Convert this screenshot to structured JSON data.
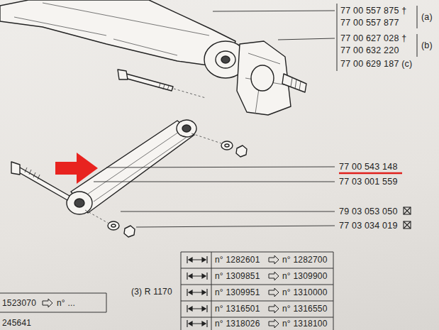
{
  "diagram": {
    "labels": [
      "77 00 557 875 †",
      "(a)",
      "77 00 557 877",
      "77 00 627 028 †",
      "(b)",
      "77 00 632 220",
      "77 00 629 187 (c)",
      "77 00 543 148",
      "77 03 001 559",
      "79 03 053 050",
      "77 03 034 019",
      "n° 1282601",
      "n° 1282700",
      "n° 1309851",
      "n° 1309900",
      "n° 1309951",
      "n° 1310000",
      "n° 1316501",
      "n° 1316550",
      "n° 1318026",
      "n° 1318100",
      "(3) R 1170",
      "1523070",
      "n° ...",
      "245641"
    ]
  }
}
